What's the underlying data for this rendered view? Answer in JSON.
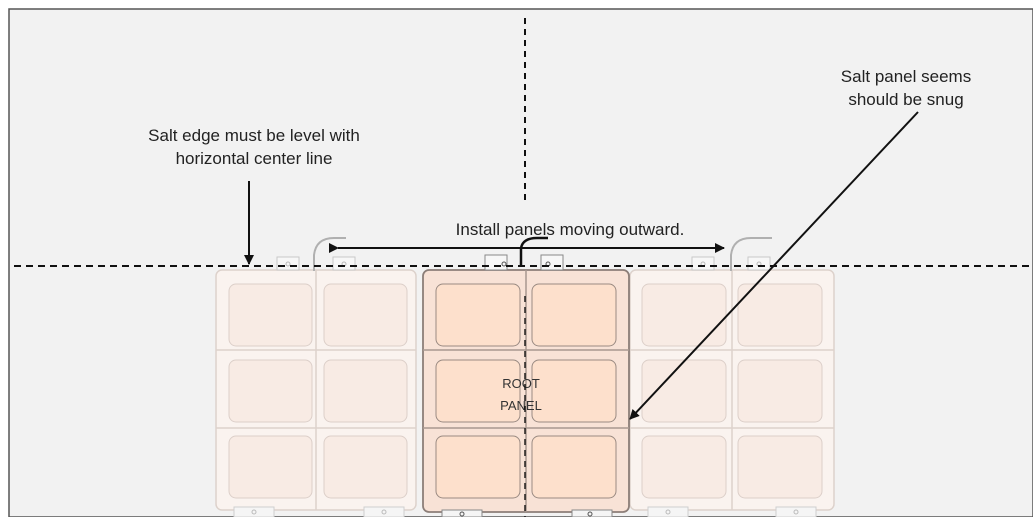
{
  "annotations": {
    "salt_edge": [
      "Salt edge must be level with",
      "horizontal center line"
    ],
    "install": "Install panels moving outward.",
    "snug": [
      "Salt panel seems",
      "should be snug"
    ],
    "root_panel": [
      "ROOT",
      "PANEL"
    ]
  },
  "colors": {
    "background": "#f2f2f2",
    "frame": "#555555",
    "guide_line": "#111111",
    "root_fill": "#fde4d4",
    "side_fill": "#f8ece6",
    "side_stroke": "#d8ccc6",
    "root_stroke": "#8c7e78",
    "bracket": "#b0b0b0"
  }
}
